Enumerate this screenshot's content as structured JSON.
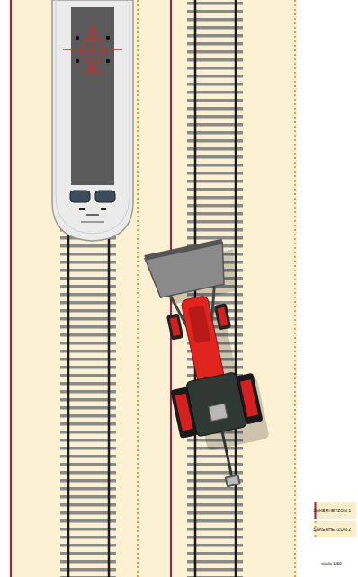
{
  "diagram": {
    "labels": [
      "skala 1:50"
    ],
    "legend": [
      {
        "text": "SÄKERHETZON 1"
      },
      {
        "text": "SÄKERHETZON 2"
      }
    ]
  }
}
